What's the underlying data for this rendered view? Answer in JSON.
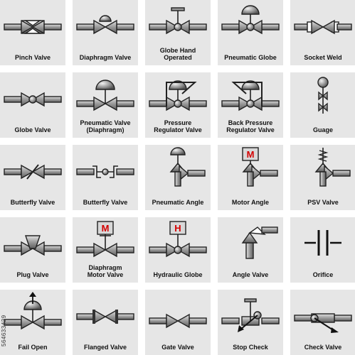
{
  "watermark_id": "564633429",
  "cells": [
    {
      "label": "Pinch Valve",
      "icon": "pinch-valve"
    },
    {
      "label": "Diaphragm Valve",
      "icon": "diaphragm-valve"
    },
    {
      "label": "Globe Hand\nOperated",
      "icon": "globe-hand-operated"
    },
    {
      "label": "Pneumatic Globe",
      "icon": "pneumatic-globe"
    },
    {
      "label": "Socket Weld",
      "icon": "socket-weld"
    },
    {
      "label": "Globe Valve",
      "icon": "globe-valve"
    },
    {
      "label": "Pneumatic Valve\n(Diaphragm)",
      "icon": "pneumatic-valve-diaphragm"
    },
    {
      "label": "Pressure\nRegulator Valve",
      "icon": "pressure-regulator-valve"
    },
    {
      "label": "Back Pressure\nRegulator Valve",
      "icon": "back-pressure-regulator-valve"
    },
    {
      "label": "Guage",
      "icon": "gauge"
    },
    {
      "label": "Butterfly Valve",
      "icon": "butterfly-valve"
    },
    {
      "label": "Butterfly Valve",
      "icon": "butterfly-valve-alt"
    },
    {
      "label": "Pneumatic Angle",
      "icon": "pneumatic-angle"
    },
    {
      "label": "Motor Angle",
      "icon": "motor-angle",
      "badge": "M"
    },
    {
      "label": "PSV Valve",
      "icon": "psv-valve"
    },
    {
      "label": "Plug Valve",
      "icon": "plug-valve"
    },
    {
      "label": "Diaphragm\nMotor Valve",
      "icon": "diaphragm-motor-valve",
      "badge": "M"
    },
    {
      "label": "Hydraulic Globe",
      "icon": "hydraulic-globe",
      "badge": "H"
    },
    {
      "label": "Angle Valve",
      "icon": "angle-valve"
    },
    {
      "label": "Orifice",
      "icon": "orifice"
    },
    {
      "label": "Fail Open",
      "icon": "fail-open"
    },
    {
      "label": "Flanged Valve",
      "icon": "flanged-valve"
    },
    {
      "label": "Gate Valve",
      "icon": "gate-valve"
    },
    {
      "label": "Stop Check",
      "icon": "stop-check"
    },
    {
      "label": "Check Valve",
      "icon": "check-valve"
    }
  ],
  "colors": {
    "cell_bg": "#e6e6e6",
    "metal": "#9a9a9a",
    "metal_light": "#d0d0d0",
    "accent_red": "#d40000"
  }
}
